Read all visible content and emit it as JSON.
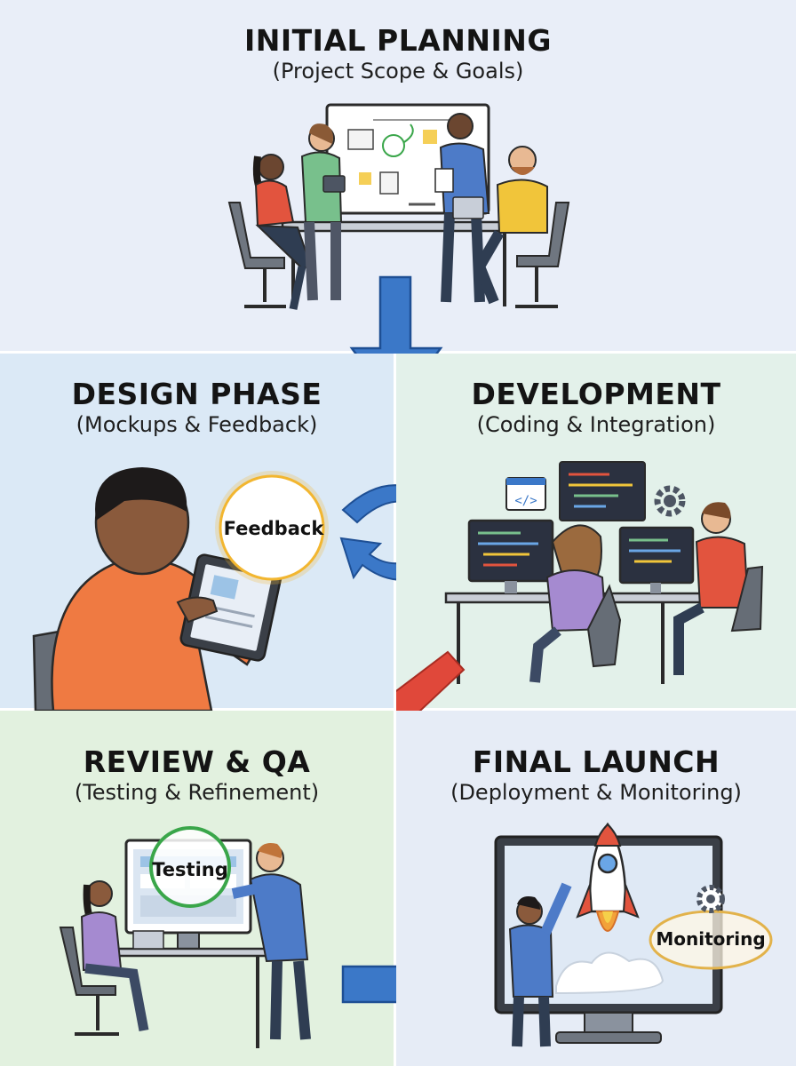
{
  "phases": {
    "planning": {
      "title": "INITIAL PLANNING",
      "subtitle": "(Project Scope & Goals)"
    },
    "design": {
      "title": "DESIGN PHASE",
      "subtitle": "(Mockups & Feedback)",
      "callout": "Feedback"
    },
    "development": {
      "title": "DEVELOPMENT",
      "subtitle": "(Coding & Integration)"
    },
    "review": {
      "title": "REVIEW & QA",
      "subtitle": "(Testing & Refinement)",
      "callout": "Testing"
    },
    "launch": {
      "title": "FINAL LAUNCH",
      "subtitle": "(Deployment & Monitoring)",
      "callout": "Monitoring"
    }
  },
  "colors": {
    "flow_arrow_blue": "#3b78c8",
    "flow_arrow_red": "#e0483a",
    "callout_yellow": "#f2b630",
    "callout_green": "#3aa64a",
    "callout_gold": "#e2b24a"
  }
}
